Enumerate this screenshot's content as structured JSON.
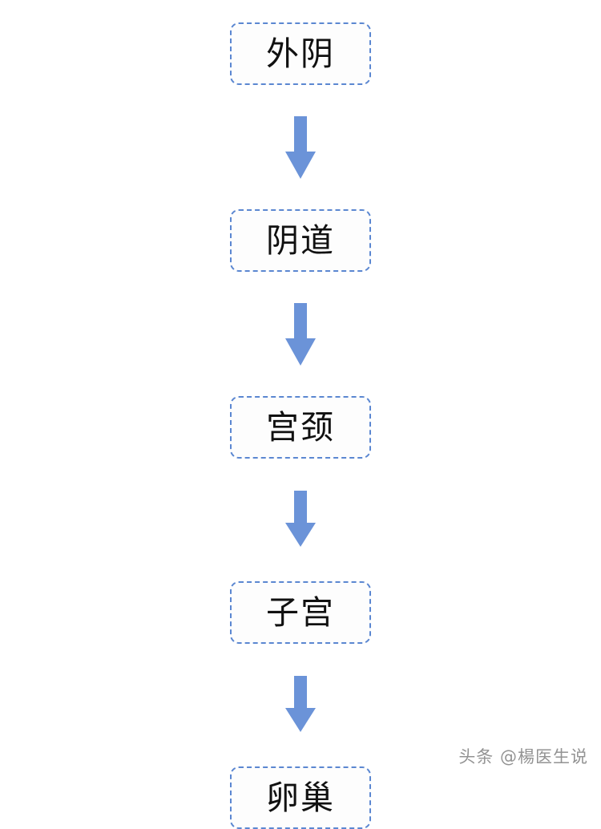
{
  "diagram": {
    "type": "vertical-flowchart",
    "title": "",
    "orientation": "top-to-bottom",
    "node_count": 5,
    "arrow_count": 4,
    "nodes": [
      {
        "id": "node-1",
        "label": "外阴",
        "order": 1
      },
      {
        "id": "node-2",
        "label": "阴道",
        "order": 2
      },
      {
        "id": "node-3",
        "label": "宫颈",
        "order": 3
      },
      {
        "id": "node-4",
        "label": "子宫",
        "order": 4
      },
      {
        "id": "node-5",
        "label": "卵巢",
        "order": 5
      }
    ],
    "connectors": [
      {
        "id": "arrow-1",
        "from": "node-1",
        "to": "node-2",
        "direction": "down"
      },
      {
        "id": "arrow-2",
        "from": "node-2",
        "to": "node-3",
        "direction": "down"
      },
      {
        "id": "arrow-3",
        "from": "node-3",
        "to": "node-4",
        "direction": "down"
      },
      {
        "id": "arrow-4",
        "from": "node-4",
        "to": "node-5",
        "direction": "down"
      }
    ],
    "colors": {
      "node_border": "#5b87d1",
      "node_fill": "#fdfdfd",
      "node_text": "#111111",
      "arrow_fill": "#6b93d8",
      "background": "#ffffff",
      "watermark_text": "#8a8a8a"
    },
    "node_border_style": "dashed",
    "node_corner_radius": "11px"
  },
  "watermark": {
    "text": "头条 @楊医生说",
    "position": "bottom-right"
  }
}
